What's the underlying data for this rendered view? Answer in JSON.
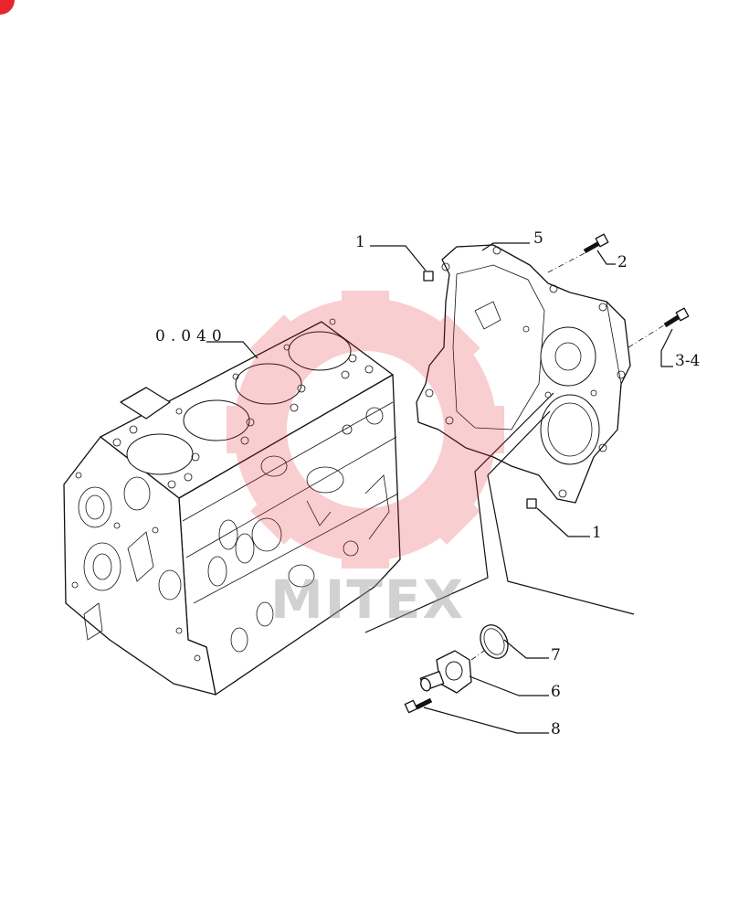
{
  "diagram": {
    "reference_code": "0.040",
    "callouts": [
      {
        "id": "c1a",
        "label": "1"
      },
      {
        "id": "c5",
        "label": "5"
      },
      {
        "id": "c2",
        "label": "2"
      },
      {
        "id": "c34",
        "label": "3-4"
      },
      {
        "id": "c1b",
        "label": "1"
      },
      {
        "id": "c7",
        "label": "7"
      },
      {
        "id": "c6",
        "label": "6"
      },
      {
        "id": "c8",
        "label": "8"
      }
    ]
  },
  "watermark": {
    "text": "MITEX",
    "color": "#e8252d"
  },
  "corner_badge_color": "#e8252d"
}
